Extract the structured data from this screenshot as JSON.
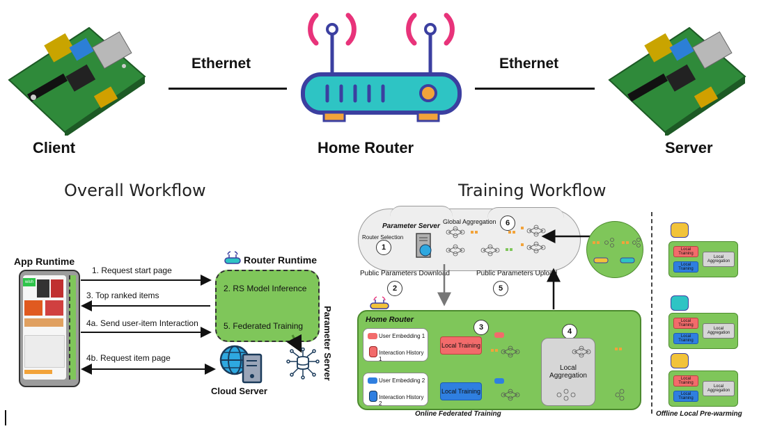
{
  "top": {
    "client_label": "Client",
    "server_label": "Server",
    "router_label": "Home Router",
    "ethernet_left": "Ethernet",
    "ethernet_right": "Ethernet"
  },
  "overall": {
    "title": "Overall Workflow",
    "app_runtime": "App Runtime",
    "router_runtime": "Router Runtime",
    "rs_inference": "2. RS Model Inference",
    "federated_training": "5. Federated Training",
    "cloud_server": "Cloud Server",
    "parameter_server": "Parameter Server",
    "phone_tag": "wish",
    "steps": {
      "s1": "1. Request start page",
      "s3": "3. Top ranked items",
      "s4a": "4a. Send user-item Interaction",
      "s4b": "4b. Request item page"
    }
  },
  "training": {
    "title": "Training Workflow",
    "parameter_server": "Parameter Server",
    "global_aggregation": "Global Aggregation",
    "router_selection": "Router Selection",
    "public_download": "Public Parameters Download",
    "public_upload": "Public Parameters Upload",
    "home_router": "Home Router",
    "user_embedding_1": "User Embedding 1",
    "interaction_history_1": "Interaction History 1",
    "user_embedding_2": "User Embedding 2",
    "interaction_history_2": "Interaction History 2",
    "local_training": "Local Training",
    "local_aggregation": "Local Aggregation",
    "online_caption": "Online Federated Training",
    "offline_caption": "Offline Local Pre-warming",
    "mini_local_training": "Local Training",
    "mini_local_aggregation": "Local Aggregation",
    "n1": "1",
    "n2": "2",
    "n3": "3",
    "n4": "4",
    "n5": "5",
    "n6": "6"
  },
  "colors": {
    "green": "#7fc65a",
    "red": "#f26b6b",
    "blue": "#2f7fe0",
    "pink": "#e8337a",
    "router_body": "#2ec4c4",
    "router_stroke": "#3b3fa0",
    "orange": "#f2a33a"
  }
}
